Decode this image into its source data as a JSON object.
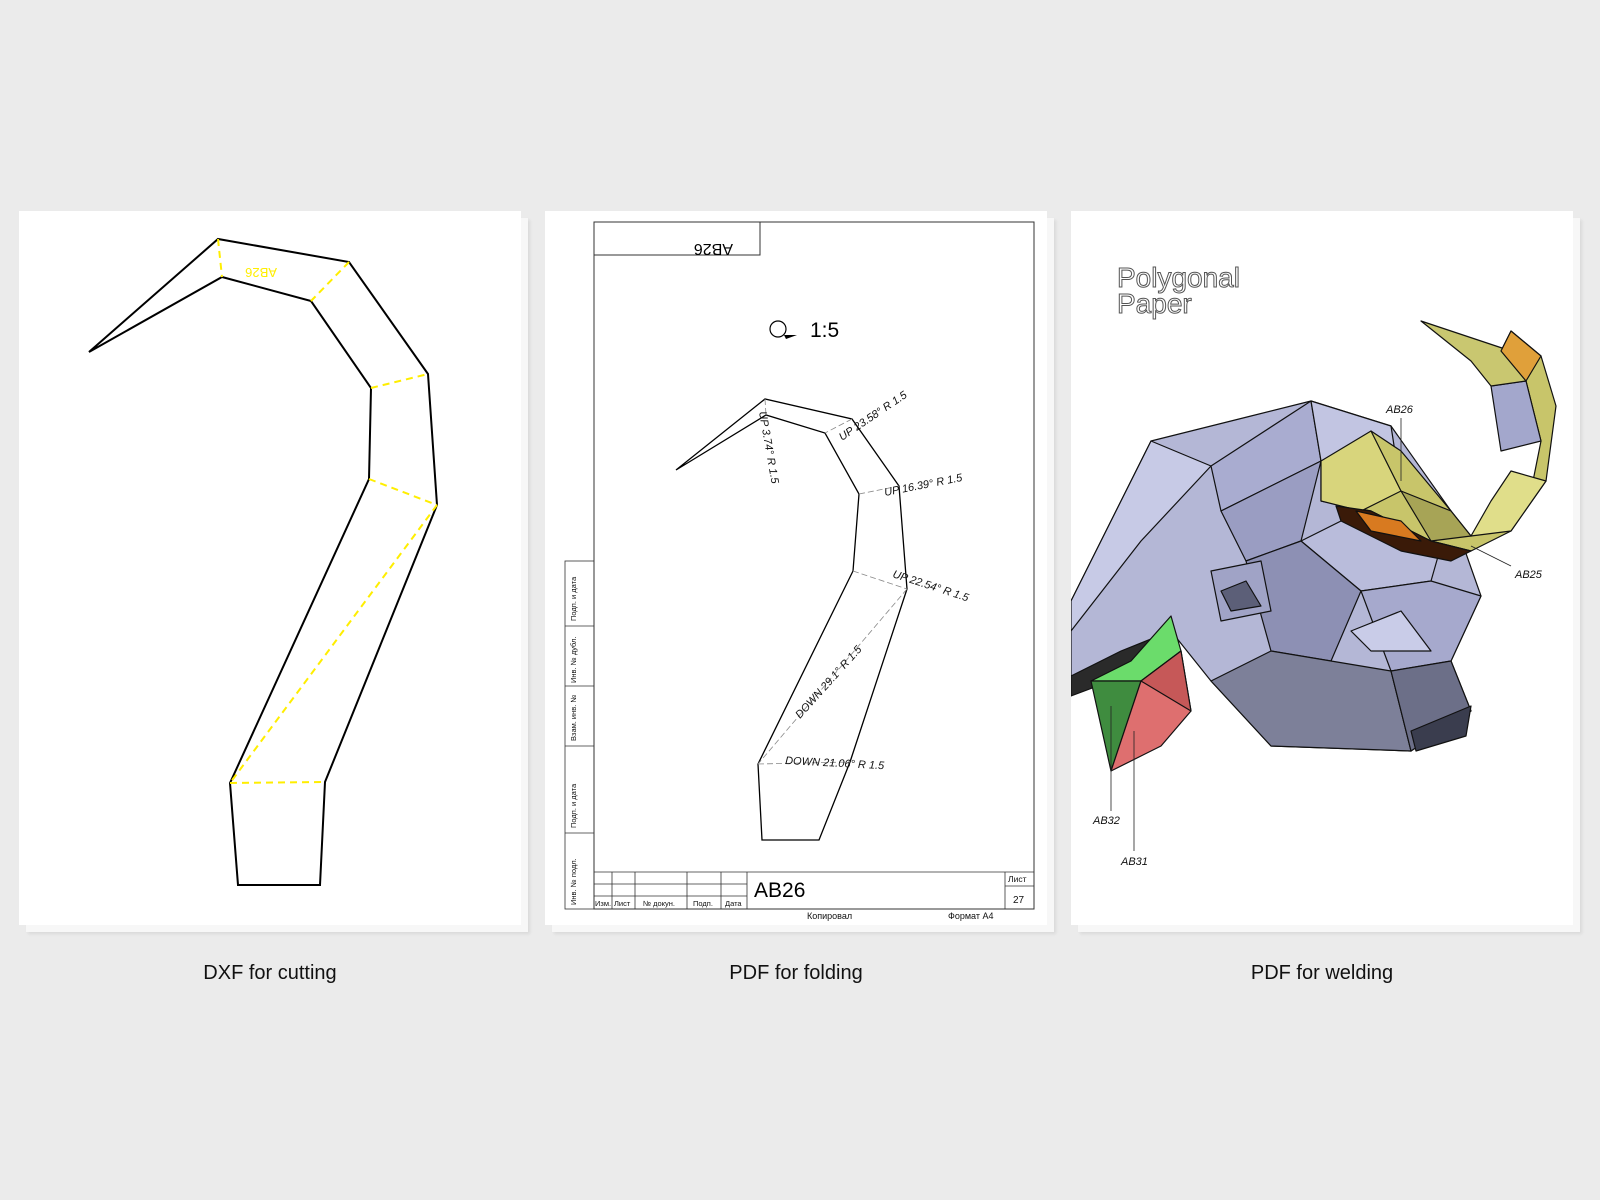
{
  "captions": {
    "cutting": "DXF for cutting",
    "folding": "PDF for folding",
    "welding": "PDF for welding"
  },
  "cutting_sheet": {
    "part_label": "AB26",
    "fold_line_color": "#ffee00"
  },
  "folding_sheet": {
    "header_label": "AB26",
    "scale": "1:5",
    "folds": [
      {
        "direction": "UP",
        "angle": "3.74°",
        "radius": "R 1.5"
      },
      {
        "direction": "UP",
        "angle": "23.58°",
        "radius": "R 1.5"
      },
      {
        "direction": "UP",
        "angle": "16.39°",
        "radius": "R 1.5"
      },
      {
        "direction": "UP",
        "angle": "22.54°",
        "radius": "R 1.5"
      },
      {
        "direction": "DOWN",
        "angle": "29.1°",
        "radius": "R 1.5"
      },
      {
        "direction": "DOWN",
        "angle": "21.06°",
        "radius": "R 1.5"
      }
    ],
    "title_block": {
      "designation": "AB26",
      "sheet_label": "Лист",
      "sheet_number": "27",
      "col_izm": "Изм.",
      "col_list": "Лист",
      "col_doc": "№ докун.",
      "col_podp": "Подп.",
      "col_data": "Дата",
      "copied": "Копировал",
      "format": "Формат А4"
    },
    "side_stamp": [
      "Инв. № подл.",
      "Подп. и дата",
      "Взам. инв. №",
      "Инв. № дубл.",
      "Подп. и дата"
    ]
  },
  "welding_sheet": {
    "brand_line1": "Polygonal",
    "brand_line2": "Paper",
    "callouts": [
      "AB26",
      "AB25",
      "AB32",
      "AB31"
    ],
    "colors": {
      "body": "#b8bcd8",
      "horn": "#c9c76a",
      "horn_inner": "#3a1a08",
      "ear_green": "#5cc05c",
      "ear_red": "#e07070"
    }
  }
}
